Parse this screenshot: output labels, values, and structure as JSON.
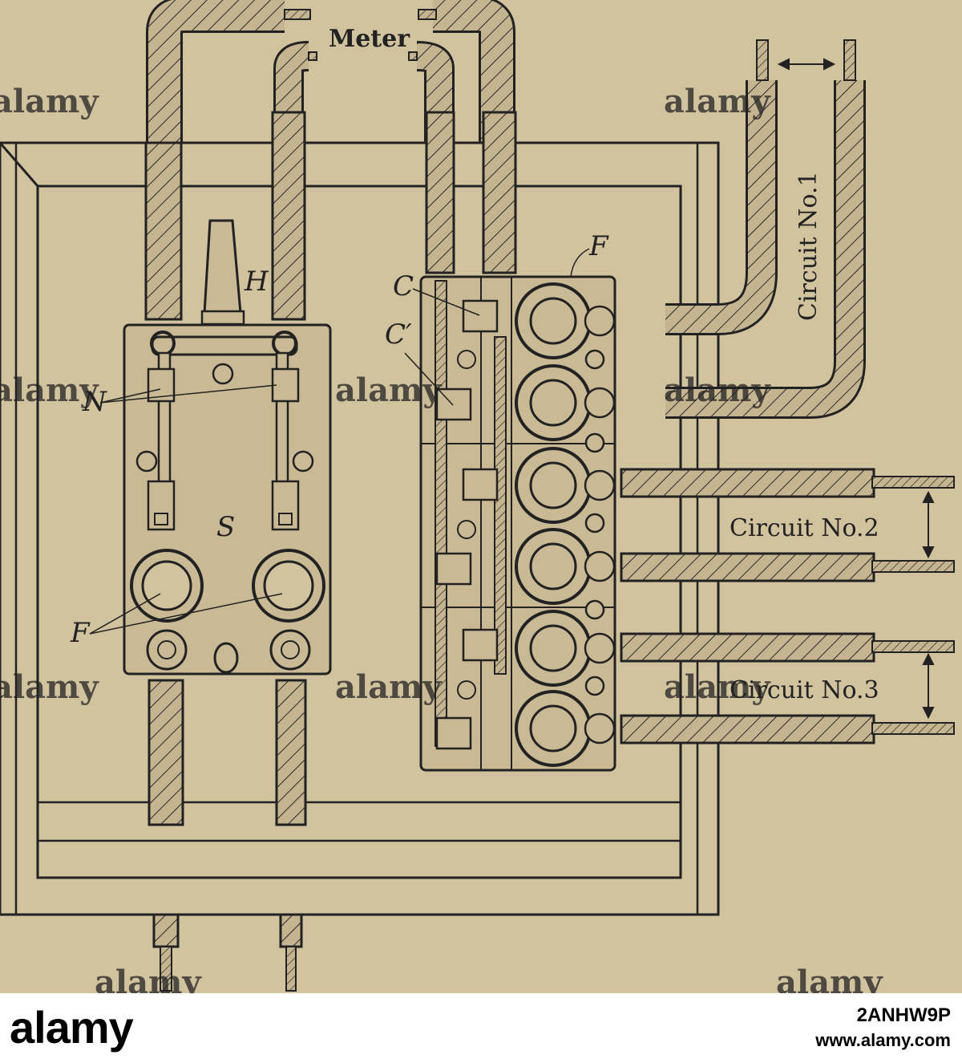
{
  "labels": {
    "meter": "Meter",
    "circuit1": "Circuit No.1",
    "circuit2": "Circuit No.2",
    "circuit3": "Circuit No.3",
    "H": "H",
    "N": "N",
    "S": "S",
    "F_switch": "F",
    "F_fuse": "F",
    "C": "C",
    "C_prime": "C′"
  },
  "watermark": "alamy",
  "footer": {
    "logo": "alamy",
    "image_id": "2ANHW9P",
    "site": "www.alamy.com"
  }
}
